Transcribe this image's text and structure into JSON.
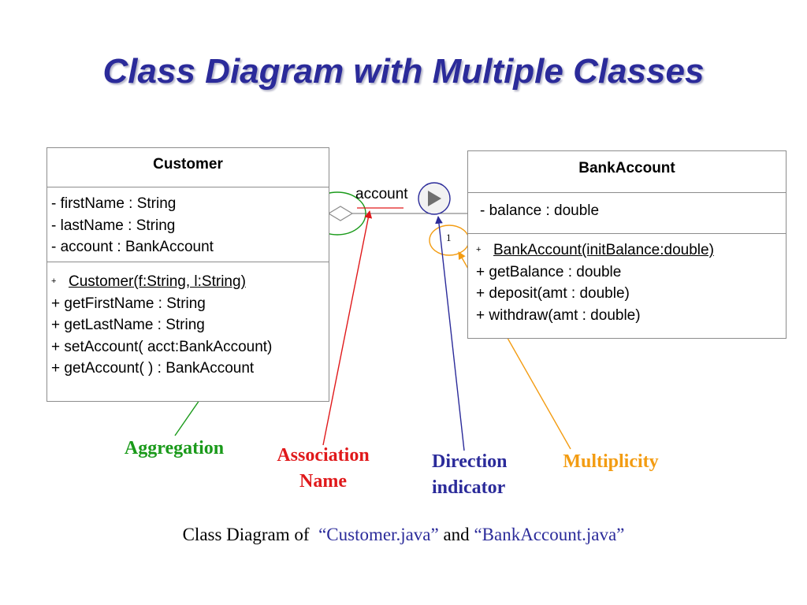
{
  "title": "Class Diagram with Multiple Classes",
  "colors": {
    "title": "#2b2b9a",
    "aggregation": "#1a9a1a",
    "association": "#e0191b",
    "direction": "#2b2b9a",
    "multiplicity": "#f39c12"
  },
  "customer": {
    "name": "Customer",
    "attributes": [
      "- firstName : String",
      "- lastName : String",
      "- account : BankAccount"
    ],
    "constructor_marker": "+",
    "constructor": "Customer(f:String, l:String)",
    "operations": [
      "+ getFirstName : String",
      "+ getLastName : String",
      "+ setAccount( acct:BankAccount)",
      "+ getAccount( ) : BankAccount"
    ]
  },
  "bank_account": {
    "name": "BankAccount",
    "attributes": [
      "- balance : double"
    ],
    "constructor_marker": "+",
    "constructor": "BankAccount(initBalance:double)",
    "operations": [
      "+ getBalance : double",
      "+ deposit(amt : double)",
      "+ withdraw(amt : double)"
    ]
  },
  "association": {
    "name": "account",
    "multiplicity": "1"
  },
  "annotations": {
    "aggregation": "Aggregation",
    "association_line1": "Association",
    "association_line2": "Name",
    "direction_line1": "Direction",
    "direction_line2": "indicator",
    "multiplicity": "Multiplicity"
  },
  "caption": {
    "prefix": "Class Diagram of",
    "file1": "“Customer.java”",
    "and": "and",
    "file2": "“BankAccount.java”"
  }
}
